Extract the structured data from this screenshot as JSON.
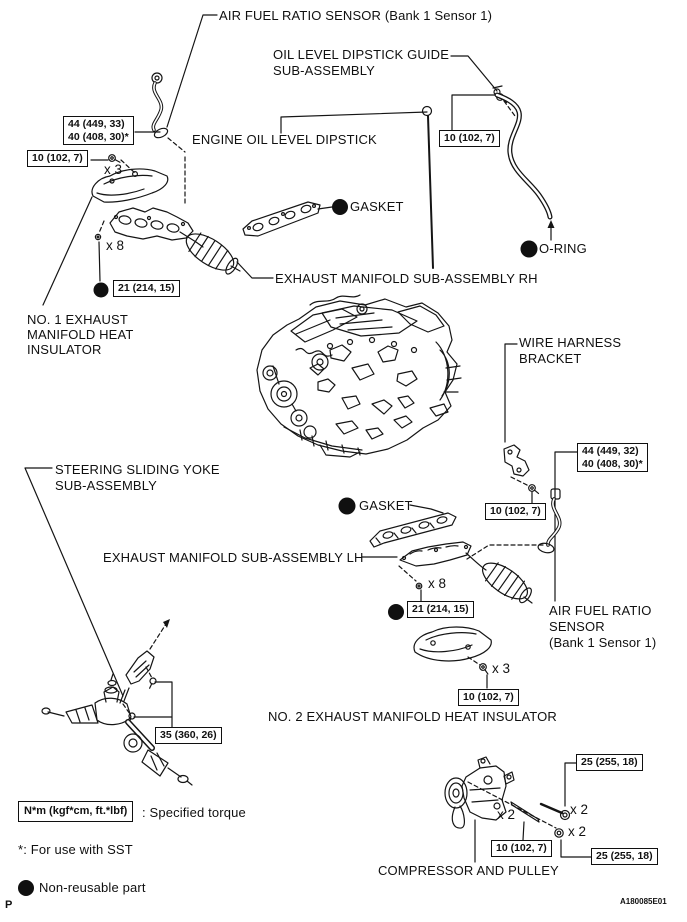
{
  "page": {
    "marker": "P",
    "figure_code": "A180085E01"
  },
  "parts": {
    "af_sensor_rh": "AIR FUEL RATIO SENSOR (Bank 1 Sensor 1)",
    "dipstick_guide_line1": "OIL LEVEL DIPSTICK GUIDE",
    "dipstick_guide_line2": "SUB-ASSEMBLY",
    "engine_dipstick": "ENGINE OIL LEVEL DIPSTICK",
    "gasket_rh": "GASKET",
    "oring": "O-RING",
    "manifold_rh": "EXHAUST MANIFOLD SUB-ASSEMBLY RH",
    "insulator1_line1": "NO. 1 EXHAUST",
    "insulator1_line2": "MANIFOLD HEAT",
    "insulator1_line3": "INSULATOR",
    "harness_line1": "WIRE HARNESS",
    "harness_line2": "BRACKET",
    "steering_line1": "STEERING SLIDING YOKE",
    "steering_line2": "SUB-ASSEMBLY",
    "gasket_lh": "GASKET",
    "manifold_lh": "EXHAUST MANIFOLD SUB-ASSEMBLY LH",
    "af_sensor_lh_line1": "AIR FUEL RATIO",
    "af_sensor_lh_line2": "SENSOR",
    "af_sensor_lh_line3": "(Bank 1 Sensor 1)",
    "insulator2": "NO. 2 EXHAUST MANIFOLD HEAT INSULATOR",
    "compressor": "COMPRESSOR AND PULLEY"
  },
  "torques": {
    "af_rh_line1": "44 (449, 33)",
    "af_rh_line2": "40 (408, 30)*",
    "insulator1": "10 (102, 7)",
    "dipstick_guide": "10 (102, 7)",
    "manifold_rh": "21 (214, 15)",
    "harness": "10 (102, 7)",
    "af_lh_line1": "44 (449, 32)",
    "af_lh_line2": "40 (408, 30)*",
    "manifold_lh": "21 (214, 15)",
    "insulator2": "10 (102, 7)",
    "yoke": "35 (360, 26)",
    "comp_bolt": "25 (255, 18)",
    "comp_stud": "10 (102, 7)",
    "comp_nut": "25 (255, 18)"
  },
  "counts": {
    "insulator1": "x 3",
    "manifold_rh": "x 8",
    "manifold_lh": "x 8",
    "insulator2": "x 3",
    "comp_stud": "x 2",
    "comp_bolt": "x 2",
    "comp_nut": "x 2"
  },
  "legend": {
    "torque_symbol": "N*m (kgf*cm, ft.*lbf)",
    "torque_meaning": ": Specified torque",
    "sst_note": "*: For use with SST",
    "non_reusable_label": "Non-reusable part"
  },
  "colors": {
    "ink": "#101010",
    "paper": "#ffffff"
  }
}
